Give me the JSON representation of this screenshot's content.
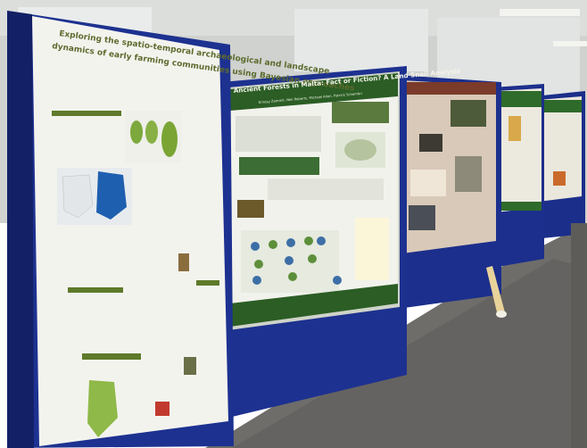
{
  "colors": {
    "board_blue": "#1d2f86",
    "board_blue_dark": "#132066",
    "carpet": "#6d6c6a",
    "ceiling": "#d7d9d6",
    "poster_green": "#2f6a2a",
    "poster_title_green": "#2b5a23"
  },
  "posters": {
    "left": {
      "title": "Exploring the spatio-temporal archaeological and landscape dynamics of early farming communities using Bayesian approaches",
      "title_line1": "Exploring the spatio-temporal archaeological and landscape",
      "title_line2": "dynamics of early farming communities using Bayesian approaches"
    },
    "center": {
      "title": "Ancient Forests in Malta: Fact or Fiction? A Land Snail Analysis",
      "authors": "Ernesy Zammit, Neil Roberts, Michael Allen, Patrick Schembri"
    },
    "right1": {
      "title": ""
    },
    "right2": {
      "title": ""
    },
    "right3": {
      "title": ""
    }
  },
  "icons": [
    "poster-board-left",
    "poster-board-center",
    "poster-board-right",
    "poster-tube"
  ]
}
